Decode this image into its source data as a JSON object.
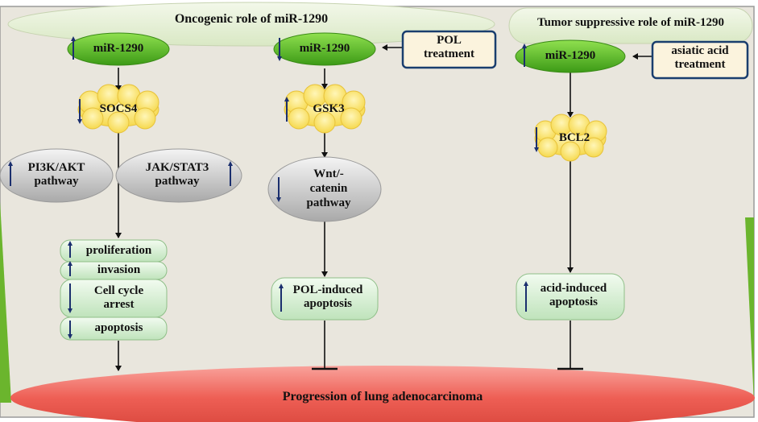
{
  "titles": {
    "oncogenic": "Oncogenic role of miR-1290",
    "suppressive": "Tumor suppressive role of miR-1290"
  },
  "nodes": {
    "mir_a": "miR-1290",
    "mir_b": "miR-1290",
    "mir_c": "miR-1290",
    "pol_treatment": [
      "POL",
      "treatment"
    ],
    "asiatic_treatment": [
      "asiatic acid",
      "treatment"
    ],
    "socs4": "SOCS4",
    "gsk3": "GSK3",
    "bcl2": "BCL2",
    "pi3k": [
      "PI3K/AKT",
      "pathway"
    ],
    "jak": [
      "JAK/STAT3",
      "pathway"
    ],
    "wnt": [
      "Wnt/-",
      "catenin",
      "pathway"
    ],
    "proliferation": "proliferation",
    "invasion": "invasion",
    "cell_cycle": [
      "Cell cycle",
      "arrest"
    ],
    "apoptosis": "apoptosis",
    "pol_apoptosis": [
      "POL-induced",
      "apoptosis"
    ],
    "acid_apoptosis": [
      "acid-induced",
      "apoptosis"
    ],
    "progression": "Progression of lung adenocarcinoma"
  },
  "regulation": {
    "mir_a": "up",
    "mir_b": "down",
    "mir_c": "up",
    "socs4": "down",
    "gsk3": "up",
    "bcl2": "down",
    "pi3k": "up",
    "jak": "up",
    "wnt": "down",
    "proliferation": "up",
    "invasion": "up",
    "cell_cycle": "down",
    "apoptosis": "down",
    "pol_apoptosis": "up",
    "acid_apoptosis": "up"
  },
  "colors": {
    "background": "#e9e6dd",
    "title_bubble": "#e6f0d6",
    "mir_green": "#5fc229",
    "cloud_yellow": "#fce77a",
    "pathway_grey": "#cfcfcf",
    "outcome_green": "#d7efd5",
    "progression_red": "#f0665b",
    "treatment_border": "#1a3e6e",
    "arrow_color": "#1b2f6e",
    "left_edge_green": "#6bb52d"
  }
}
